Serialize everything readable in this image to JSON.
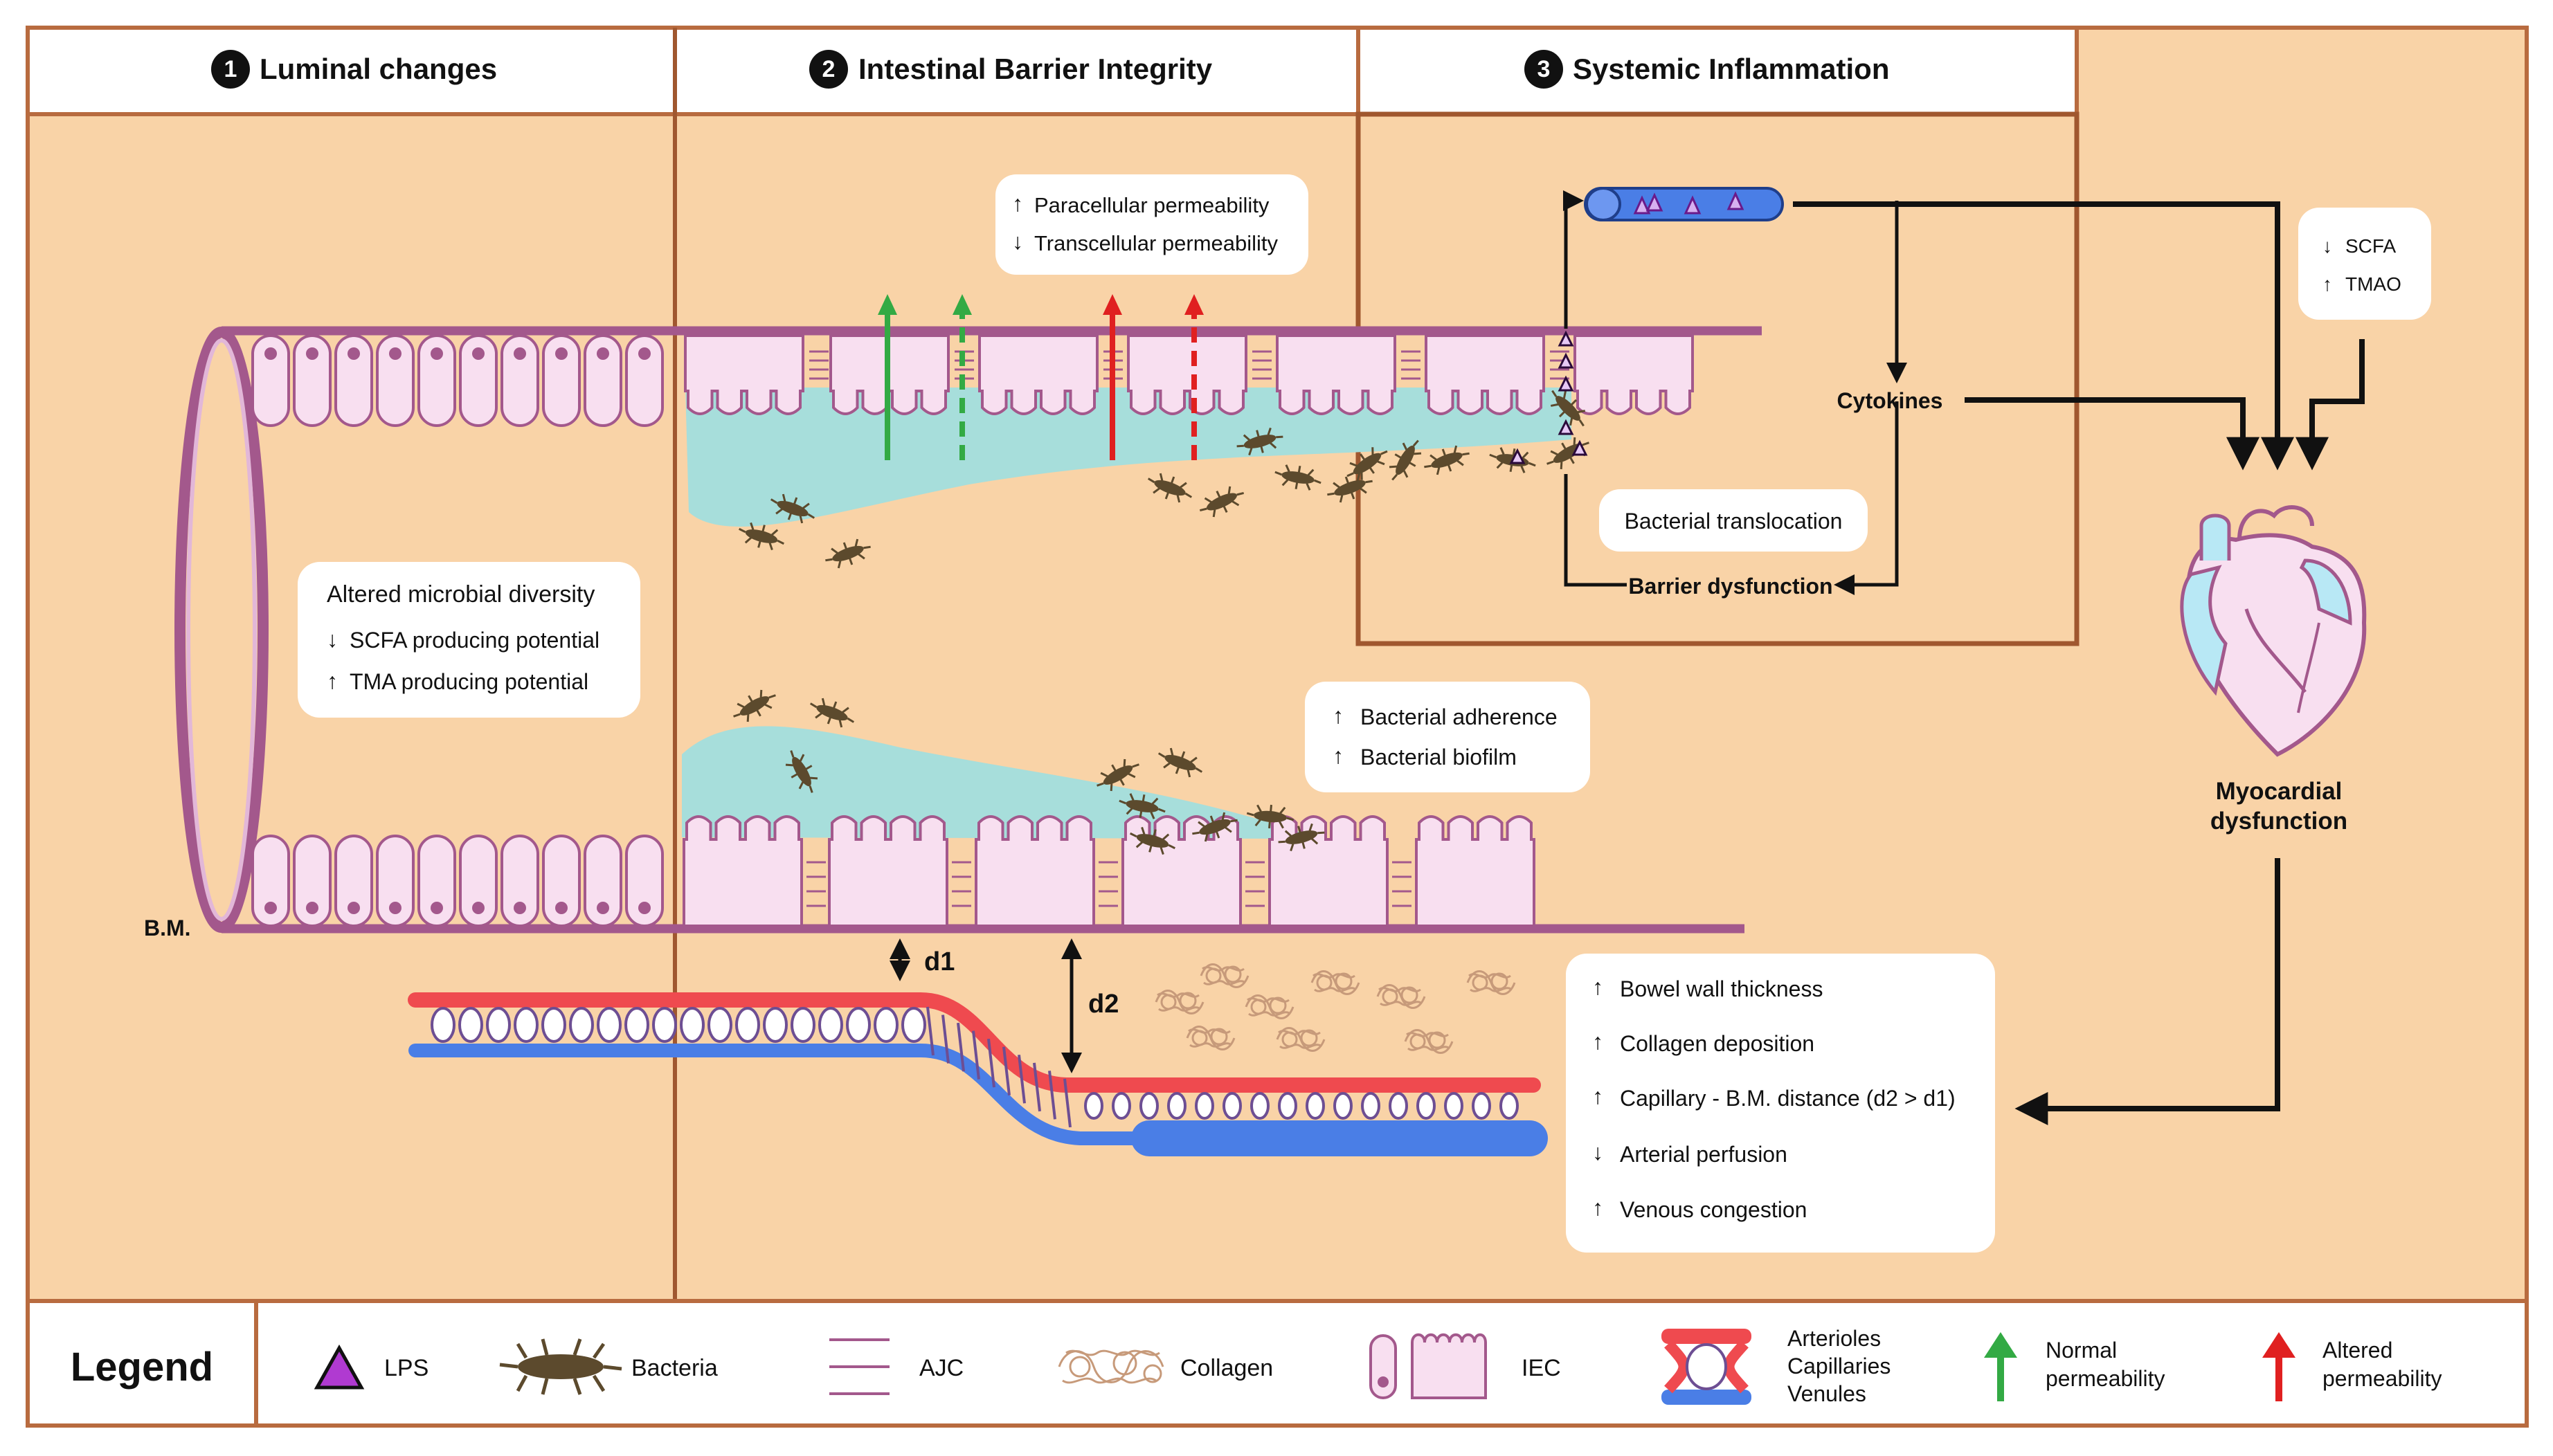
{
  "panels": [
    {
      "number": "1",
      "title": "Luminal changes"
    },
    {
      "number": "2",
      "title": "Intestinal Barrier Integrity"
    },
    {
      "number": "3",
      "title": "Systemic Inflammation"
    }
  ],
  "boxes": {
    "microbial": {
      "title": "Altered microbial diversity",
      "line1": "SCFA producing potential",
      "line2": "TMA producing potential"
    },
    "permeability": {
      "line1": "Paracellular permeability",
      "line2": "Transcellular permeability"
    },
    "adherence": {
      "line1": "Bacterial adherence",
      "line2": "Bacterial biofilm"
    },
    "metabolites": {
      "line1": "SCFA",
      "line2": "TMAO"
    },
    "translocation": "Bacterial translocation",
    "wall": [
      "Bowel wall thickness",
      "Collagen deposition",
      "Capillary - B.M. distance (d2 > d1)",
      "Arterial perfusion",
      "Venous congestion"
    ]
  },
  "labels": {
    "cytokines": "Cytokines",
    "barrier": "Barrier dysfunction",
    "myocardial1": "Myocardial",
    "myocardial2": "dysfunction",
    "bm": "B.M.",
    "d1": "d1",
    "d2": "d2"
  },
  "legend": {
    "title": "Legend",
    "lps": "LPS",
    "bacteria": "Bacteria",
    "ajc": "AJC",
    "collagen": "Collagen",
    "iec": "IEC",
    "vessels1": "Arterioles",
    "vessels2": "Capillaries",
    "vessels3": "Venules",
    "normal1": "Normal",
    "normal2": "permeability",
    "altered1": "Altered",
    "altered2": "permeability"
  },
  "colors": {
    "background": "#f9d3a7",
    "frame": "#b86b3f",
    "cell": "#f8dff0",
    "cell_stroke": "#a3588c",
    "mucus": "#a7dedb",
    "artery": "#ef4a4f",
    "vein": "#4a7ee6",
    "capillary": "#6d4e93",
    "bacteria": "#5c4a2d",
    "lps": "#b03ad1",
    "normal": "#33aa44",
    "altered": "#e02020"
  }
}
